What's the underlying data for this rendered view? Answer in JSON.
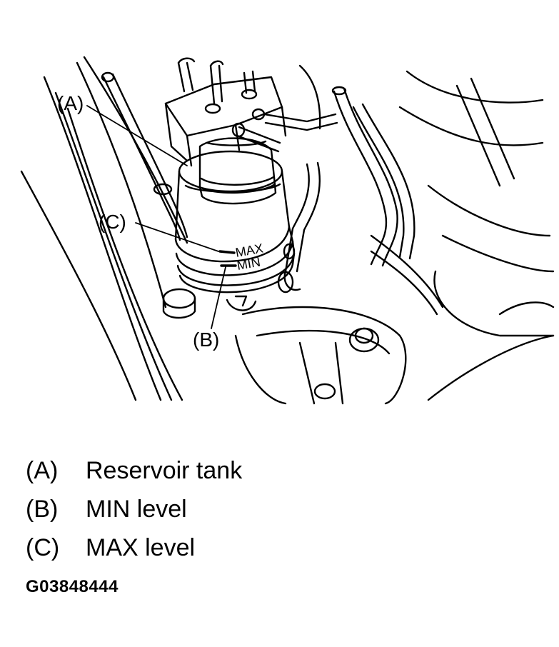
{
  "callouts": {
    "a": "(A)",
    "b": "(B)",
    "c": "(C)"
  },
  "tank_markings": {
    "max": "MAX",
    "min": "MIN"
  },
  "legend": [
    {
      "key": "(A)",
      "description": "Reservoir tank"
    },
    {
      "key": "(B)",
      "description": "MIN level"
    },
    {
      "key": "(C)",
      "description": "MAX level"
    }
  ],
  "figure_code": "G03848444"
}
